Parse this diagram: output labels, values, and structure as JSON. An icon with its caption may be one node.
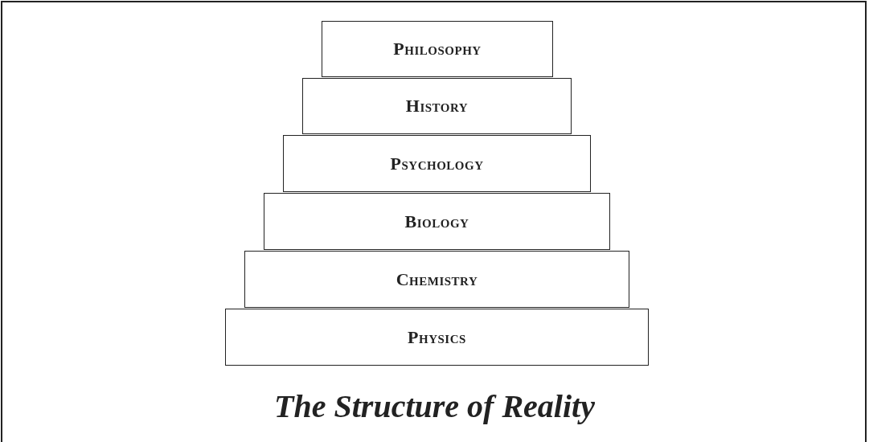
{
  "diagram": {
    "caption": "The Structure of Reality",
    "nodes": [
      {
        "text": [
          "Philosophy"
        ]
      },
      {
        "text": [
          "History"
        ]
      },
      {
        "text": [
          "Psychology"
        ]
      },
      {
        "text": [
          "Biology"
        ]
      },
      {
        "text": [
          "Chemistry"
        ]
      },
      {
        "text": [
          "Physics"
        ]
      }
    ]
  }
}
